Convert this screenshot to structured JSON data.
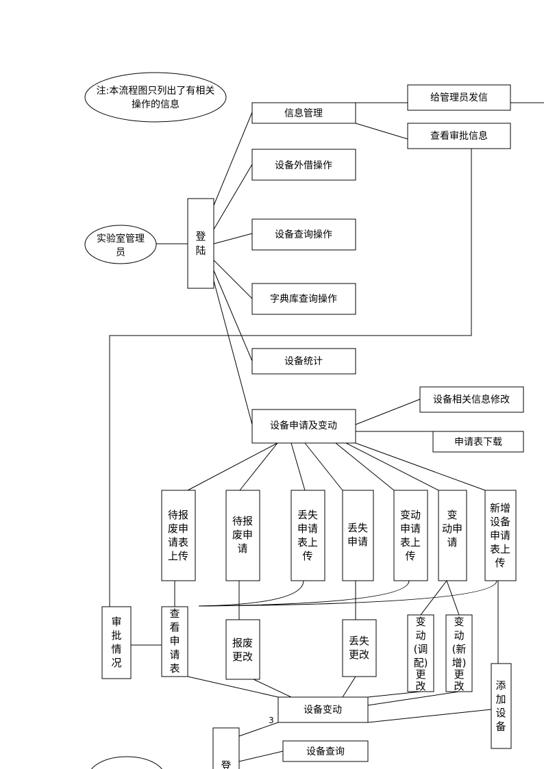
{
  "note": {
    "line1": "注:本流程图只列出了有相关",
    "line2": "操作的信息"
  },
  "actor": {
    "line1": "实验室管理",
    "line2": "员"
  },
  "login": {
    "chars": [
      "登",
      "陆"
    ]
  },
  "modules": {
    "info": "信息管理",
    "lend": "设备外借操作",
    "query": "设备查询操作",
    "dict": "字典库查询操作",
    "stats": "设备统计",
    "apply": "设备申请及变动"
  },
  "info_children": {
    "send": "给管理员发信",
    "approval_view": "查看审批信息"
  },
  "apply_children": {
    "modify": "设备相关信息修改",
    "download": "申请表下载"
  },
  "requests": {
    "r1": [
      "待报",
      "废申",
      "请表",
      "上传"
    ],
    "r2": [
      "待报",
      "废申",
      "请"
    ],
    "r3": [
      "丢失",
      "申请",
      "表上",
      "传"
    ],
    "r4": [
      "丢失",
      "申请"
    ],
    "r5": [
      "变动",
      "申请",
      "表上",
      "传"
    ],
    "r6": [
      "变",
      "动申",
      "请"
    ],
    "r7": [
      "新增",
      "设备",
      "申请",
      "表上",
      "传"
    ]
  },
  "actions": {
    "approval_status": [
      "审",
      "批",
      "情",
      "况"
    ],
    "view_form": [
      "查",
      "看",
      "申",
      "请",
      "表"
    ],
    "scrap_change": [
      "报废",
      "更改"
    ],
    "lost_change": [
      "丢失",
      "更改"
    ],
    "change_alloc": [
      "变",
      "动",
      "(调",
      "配)",
      "更",
      "改"
    ],
    "change_new": [
      "变",
      "动",
      "(新",
      "增)",
      "更",
      "改"
    ],
    "add_device": [
      "添",
      "加",
      "设",
      "备"
    ]
  },
  "device_change": "设备变动",
  "device_query": "设备查询",
  "bottom_partial": "登",
  "page_number": "3"
}
